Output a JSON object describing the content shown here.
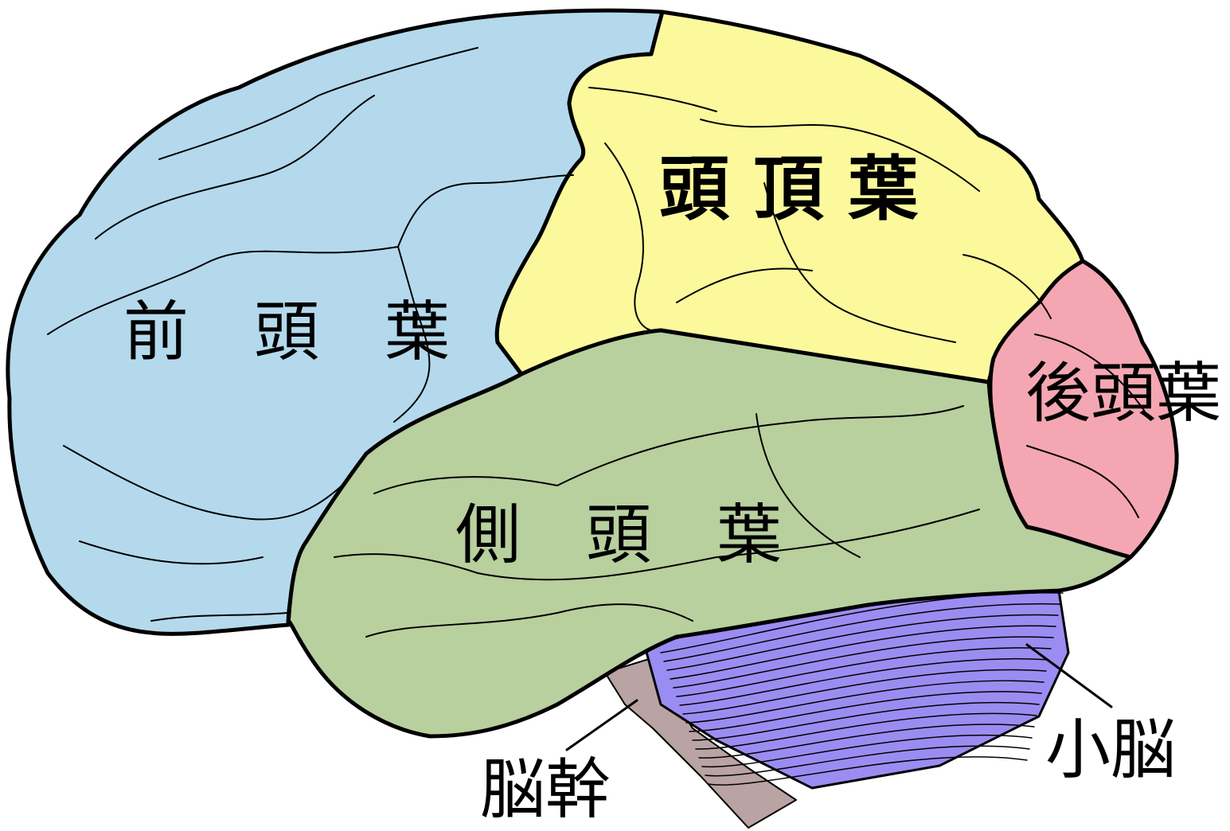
{
  "labels": {
    "frontal": "前　頭　葉",
    "parietal": "頭 頂 葉",
    "occipital": "後頭葉",
    "temporal": "側　頭　葉",
    "brainstem": "脳幹",
    "cerebellum": "小脳"
  },
  "colors": {
    "frontal": "#b4d9ec",
    "parietal": "#fbf99c",
    "occipital": "#f4a7b2",
    "temporal": "#b8cf9e",
    "cerebellum": "#9b8cf2",
    "brainstem": "#b9a3a3"
  }
}
